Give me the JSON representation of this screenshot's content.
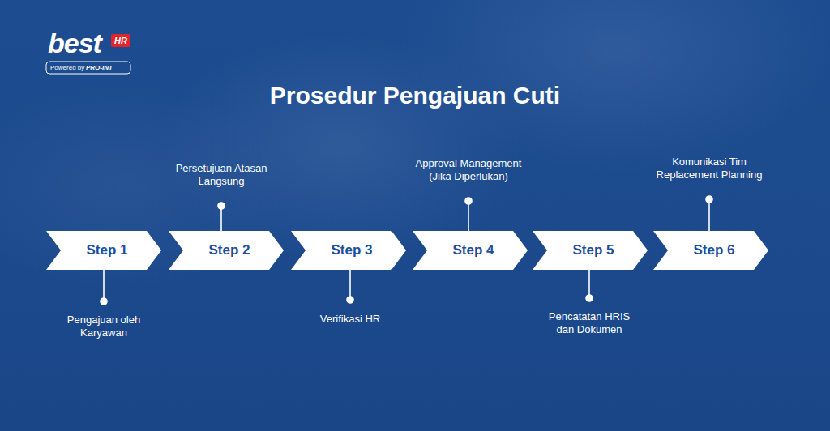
{
  "diagram": {
    "title": "Prosedur Pengajuan Cuti",
    "nodes": [
      {
        "text": [
          "Step 1"
        ]
      },
      {
        "text": [
          "Step 2"
        ]
      },
      {
        "text": [
          "Step 3"
        ]
      },
      {
        "text": [
          "Step 4"
        ]
      },
      {
        "text": [
          "Step 5"
        ]
      },
      {
        "text": [
          "Step 6"
        ]
      }
    ],
    "labels": [
      "best",
      "HR",
      "Powered by",
      "PRO-INT",
      "Pengajuan oleh Karyawan",
      "Persetujuan Atasan Langsung",
      "Verifikasi HR",
      "Approval Management (Jika Diperlukan)",
      "Pencatatan HRIS dan Dokumen",
      "Komunikasi Tim Replacement Planning"
    ]
  }
}
